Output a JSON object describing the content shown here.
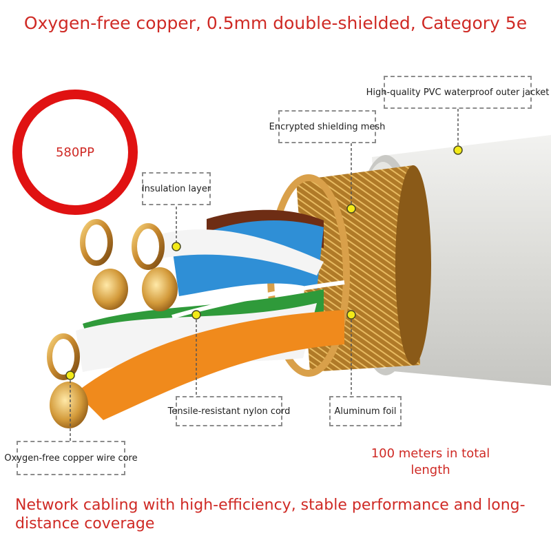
{
  "headline": "Oxygen-free copper, 0.5mm double-shielded, Category 5e",
  "badge": "580PP",
  "callouts": {
    "outer_jacket": "High-quality PVC waterproof outer jacket",
    "shielding_mesh": "Encrypted shielding mesh",
    "insulation": "Insulation layer",
    "nylon_cord": "Tensile-resistant nylon cord",
    "aluminum_foil": "Aluminum foil",
    "copper_core": "Oxygen-free copper wire core"
  },
  "length_note": "100 meters in total length",
  "footer": "Network cabling with high-efficiency, stable performance and long-distance coverage",
  "colors": {
    "text_red": "#cf2a25",
    "badge_red": "#e01212",
    "jacket": "#d8d8d6",
    "copper": "#c8892e",
    "blue_pair": "#2f8fd6",
    "brown_pair": "#6e2d14",
    "orange_pair": "#f08a1c",
    "green_pair": "#2f9a3a",
    "dot": "#f3ea18"
  }
}
